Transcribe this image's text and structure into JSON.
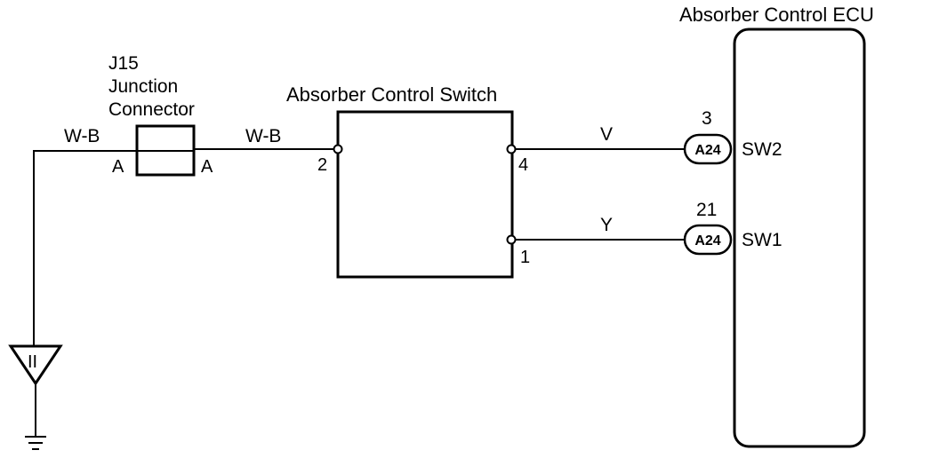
{
  "ecu": {
    "title": "Absorber Control ECU"
  },
  "switch": {
    "title": "Absorber Control Switch"
  },
  "junction": {
    "line1": "J15",
    "line2": "Junction",
    "line3": "Connector",
    "pin_left": "A",
    "pin_right": "A"
  },
  "wires": {
    "wb_left": "W-B",
    "wb_right": "W-B",
    "v": "V",
    "y": "Y"
  },
  "switch_pins": {
    "p2": "2",
    "p4": "4",
    "p1": "1"
  },
  "ecu_pins": {
    "sw2_num": "3",
    "sw2_conn": "A24",
    "sw2_label": "SW2",
    "sw1_num": "21",
    "sw1_conn": "A24",
    "sw1_label": "SW1"
  },
  "ground": {
    "symbol": "II"
  }
}
